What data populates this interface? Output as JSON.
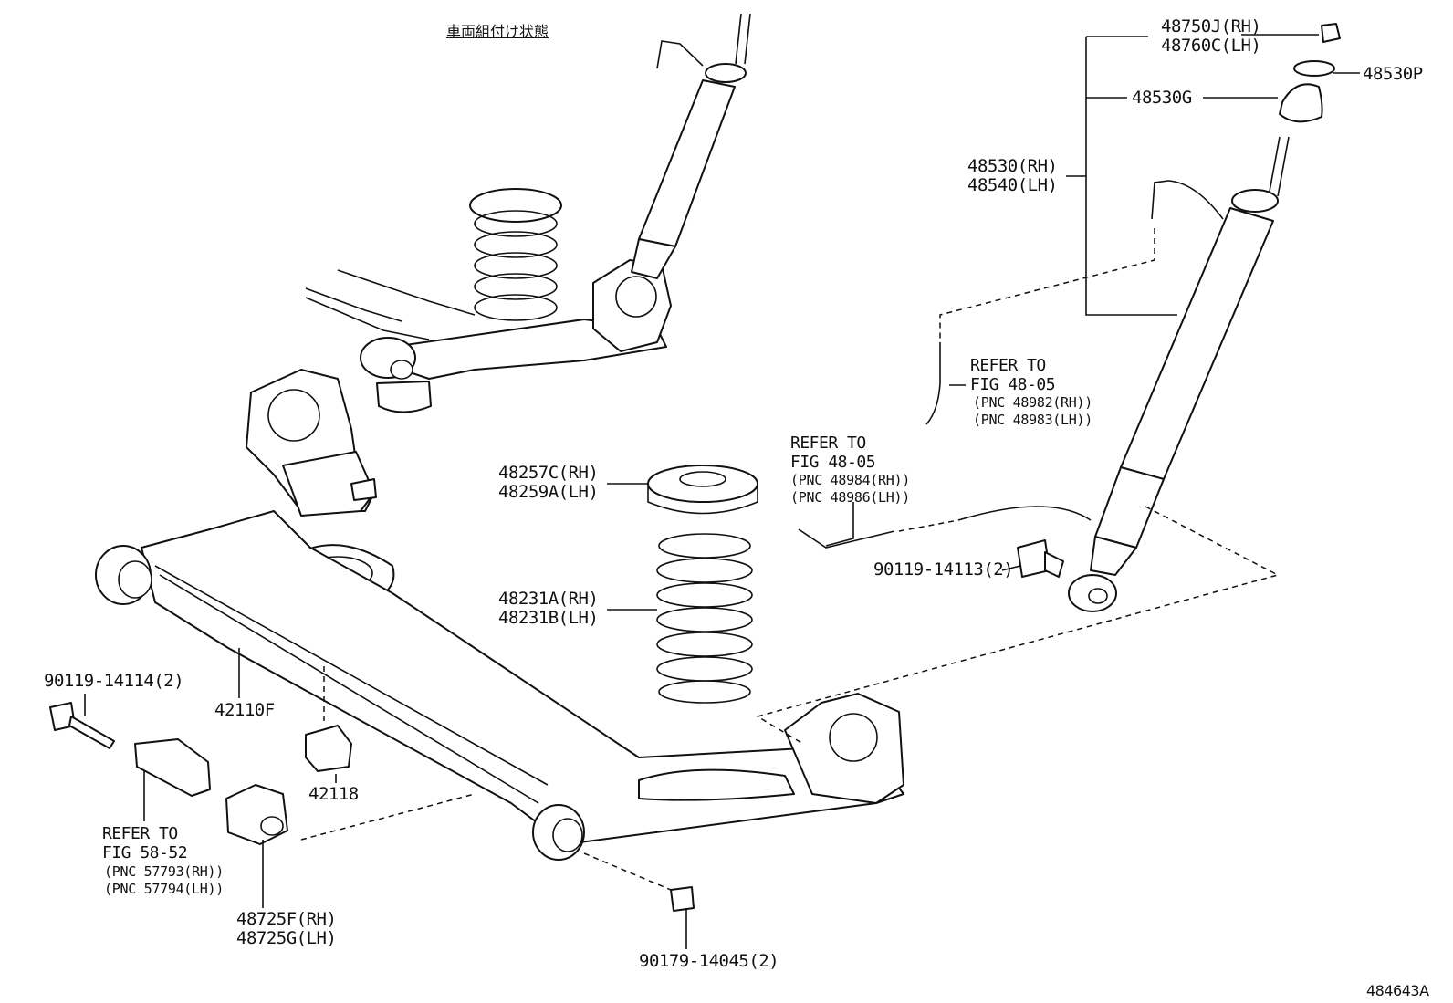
{
  "header": {
    "assembly_state": "車両組付け状態"
  },
  "figure_id": "484643A",
  "labels": {
    "p48750j": [
      "48750J(RH)",
      "48760C(LH)"
    ],
    "p48530p": "48530P",
    "p48530g": "48530G",
    "p48530": [
      "48530(RH)",
      "48540(LH)"
    ],
    "ref_48982": [
      "REFER TO",
      "FIG 48-05",
      "(PNC 48982(RH))",
      "(PNC 48983(LH))"
    ],
    "ref_48984": [
      "REFER TO",
      "FIG 48-05",
      "(PNC 48984(RH))",
      "(PNC 48986(LH))"
    ],
    "p48257": [
      "48257C(RH)",
      "48259A(LH)"
    ],
    "p48231": [
      "48231A(RH)",
      "48231B(LH)"
    ],
    "p90119_14113": "90119-14113(2)",
    "p90119_14114": "90119-14114(2)",
    "p42110f": "42110F",
    "p42118": "42118",
    "ref_57793": [
      "REFER TO",
      "FIG 58-52",
      "(PNC 57793(RH))",
      "(PNC 57794(LH))"
    ],
    "p48725": [
      "48725F(RH)",
      "48725G(LH)"
    ],
    "p90179": "90179-14045(2)"
  }
}
